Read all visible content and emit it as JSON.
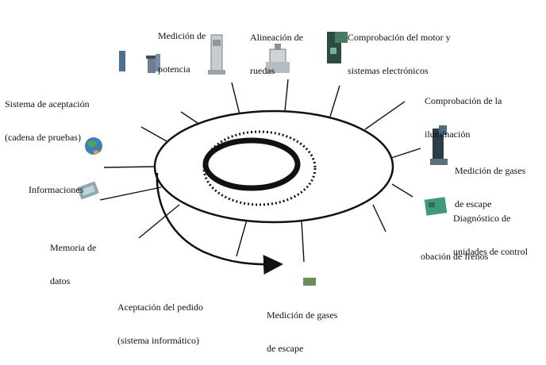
{
  "labels": {
    "power": [
      "Medición de",
      "potencia"
    ],
    "alignment": [
      "Alineación de",
      "ruedas"
    ],
    "engine": [
      "Comprobación del motor y",
      "sistemas electrónicos"
    ],
    "acceptance": [
      "Sistema de aceptación",
      "(cadena de pruebas)"
    ],
    "lighting": [
      "Comprobación de la",
      "iluminación"
    ],
    "info": [
      "Informaciones"
    ],
    "exhaust_r": [
      "Medición de gases",
      "de escape"
    ],
    "ecu": [
      "Diagnóstico de",
      "unidades de control"
    ],
    "memory": [
      "Memoria de",
      "datos"
    ],
    "brakes": [
      "obación de frenos"
    ],
    "order": [
      "Aceptación del pedido",
      "(sistema informático)"
    ],
    "exhaust_b": [
      "Medición de gases",
      "de escape"
    ]
  },
  "icons": {
    "power": "test-bench-icon",
    "alignment": "wheel-alignment-icon",
    "engine": "engine-tester-icon",
    "acceptance": "test-lane-icon",
    "info": "globe-icon",
    "exhaust": "exhaust-analyzer-icon",
    "ecu": "circuit-board-icon",
    "memory": "data-storage-icon"
  }
}
